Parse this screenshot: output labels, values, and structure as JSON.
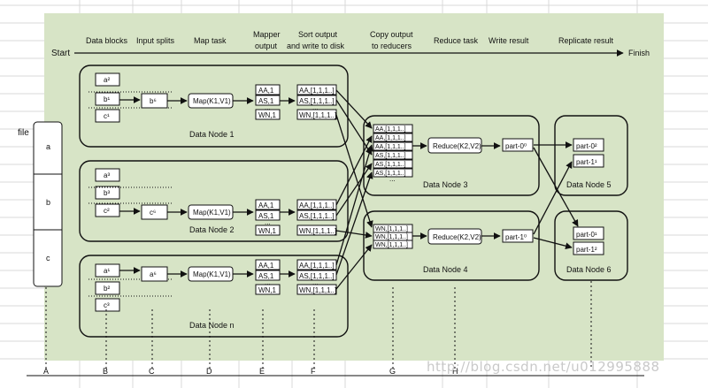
{
  "headers": {
    "start": "Start",
    "finish": "Finish",
    "data_blocks": "Data blocks",
    "input_splits": "Input splits",
    "map_task": "Map task",
    "mapper_output_1": "Mapper",
    "mapper_output_2": "output",
    "sort_1": "Sort output",
    "sort_2": "and write to disk",
    "copy_1": "Copy output",
    "copy_2": "to reducers",
    "reduce_task": "Reduce task",
    "write_result": "Write result",
    "replicate_result": "Replicate result"
  },
  "file": {
    "label": "file",
    "parts": [
      "a",
      "b",
      "c"
    ]
  },
  "nodes": {
    "n1": "Data Node 1",
    "n2": "Data Node 2",
    "nn": "Data Node n",
    "n3": "Data Node 3",
    "n4": "Data Node 4",
    "n5": "Data Node 5",
    "n6": "Data Node 6"
  },
  "blocks": {
    "n1": [
      "a²",
      "b¹",
      "c¹"
    ],
    "n2": [
      "a³",
      "b³",
      "c²"
    ],
    "nn": [
      "a¹",
      "b²",
      "c³"
    ]
  },
  "splits": {
    "n1": "b⁶",
    "n2": "c⁶",
    "nn": "a⁶"
  },
  "map_label": "Map(K1,V1)",
  "mapper_out": [
    "AA,1",
    "AS,1",
    "...",
    "WN,1"
  ],
  "sorted_out": [
    "AA,[1,1,1..]",
    "AS,[1,1,1..]",
    "...",
    "WN,[1,1,1..]"
  ],
  "reducer_in_3": [
    "AA,[1,1,1..]",
    "AA,[1,1,1..]",
    "AA,[1,1,1..]",
    "AS,[1,1,1..]",
    "AS,[1,1,1..]",
    "AS,[1,1,1..]",
    "..."
  ],
  "reducer_in_4": [
    "WN,[1,1,1..]",
    "WN,[1,1,1..]",
    "WN,[1,1,1..]"
  ],
  "reduce_label": "Reduce(K2,V2)",
  "parts": {
    "n3": "part-0⁰",
    "n4": "part-1⁰",
    "n5a": "part-0²",
    "n5b": "part-1¹",
    "n6a": "part-0¹",
    "n6b": "part-1²"
  },
  "columns": [
    "A",
    "B",
    "C",
    "D",
    "E",
    "F",
    "G",
    "H"
  ],
  "watermark": "http://blog.csdn.net/u012995888",
  "colors": {
    "panel": "#d7e4c6",
    "grid": "#d9d9d9"
  }
}
